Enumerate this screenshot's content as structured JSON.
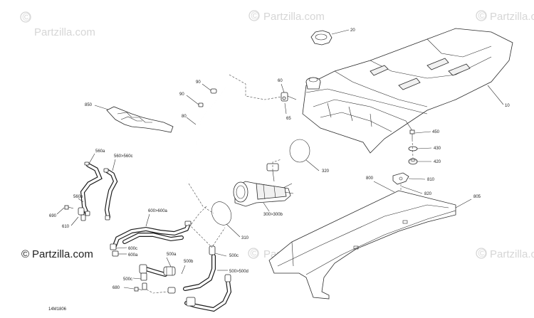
{
  "watermark": {
    "text": "Partzilla.com",
    "symbol": "©"
  },
  "branding": {
    "text": "Partzilla.com",
    "symbol": "©"
  },
  "diagram_code": "14M1806",
  "callouts": {
    "c20": "20",
    "c10": "10",
    "c60": "60",
    "c65": "65",
    "c90": "90",
    "c80": "80",
    "c850": "850",
    "c320": "320",
    "c450": "450",
    "c430": "430",
    "c420": "420",
    "c560a": "560a",
    "c560c": "560>560c",
    "c560b": "560b",
    "c690": "690",
    "c610": "610",
    "c600a": "600>600a",
    "c600c": "600c",
    "c600a2": "600a",
    "c310": "310",
    "c300b": "300>300b",
    "c800": "800",
    "c810": "810",
    "c820": "820",
    "c805": "805",
    "c500a": "500a",
    "c500b": "500b",
    "c500c": "500c",
    "c500d": "500>500d",
    "c500c2": "500c",
    "c680": "680"
  },
  "colors": {
    "line": "#2a2a2a",
    "watermark": "#d6d6d6",
    "background": "#ffffff"
  }
}
